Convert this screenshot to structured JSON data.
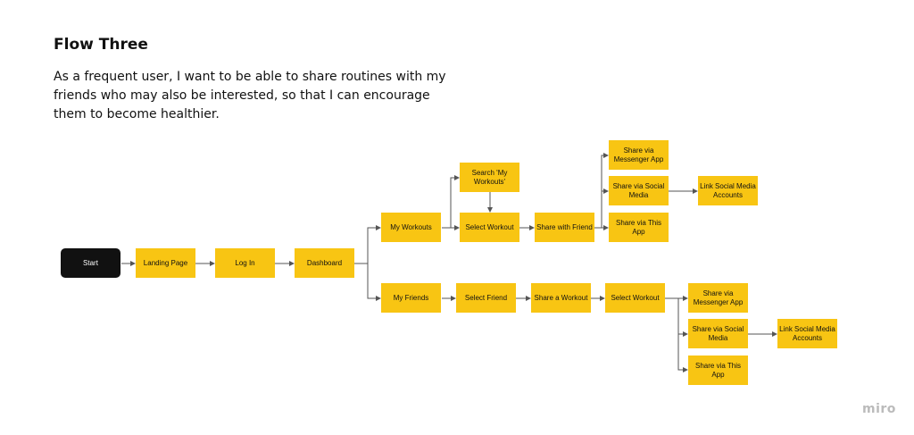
{
  "title": "Flow Three",
  "story": "As a frequent user, I want to be able to share routines with my friends who may also be interested, so that I can encourage them to become healthier.",
  "nodes": {
    "start": "Start",
    "landing": "Landing Page",
    "login": "Log In",
    "dashboard": "Dashboard",
    "my_workouts": "My Workouts",
    "search": "Search 'My Workouts'",
    "select_workout_1": "Select Workout",
    "share_friend": "Share with Friend",
    "messenger_1": "Share via Messenger App",
    "social_1": "Share via Social Media",
    "this_app_1": "Share via This App",
    "link_1": "Link Social Media Accounts",
    "my_friends": "My Friends",
    "select_friend": "Select Friend",
    "share_workout": "Share a Workout",
    "select_workout_2": "Select Workout",
    "messenger_2": "Share via Messenger App",
    "social_2": "Share via Social Media",
    "this_app_2": "Share via This App",
    "link_2": "Link Social Media Accounts"
  },
  "brand": "miro",
  "colors": {
    "node": "#f8c513",
    "start": "#111111",
    "line": "#555555"
  }
}
